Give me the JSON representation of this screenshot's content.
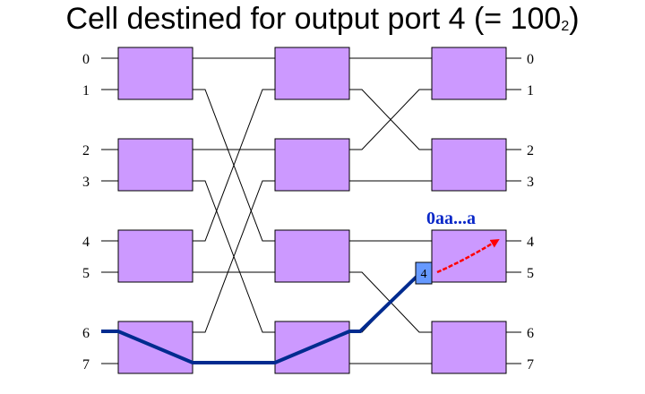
{
  "title": {
    "main": "Cell destined for output port 4 (= 100",
    "subscript": "2",
    "suffix": ")"
  },
  "input_ports": [
    "0",
    "1",
    "2",
    "3",
    "4",
    "5",
    "6",
    "7"
  ],
  "output_ports": [
    "0",
    "1",
    "2",
    "3",
    "4",
    "5",
    "6",
    "7"
  ],
  "routing_tag": "4",
  "header_annotation": "0aa...a",
  "colors": {
    "switch_fill": "#cc99ff",
    "switch_stroke": "#000000",
    "route_path": "#002b8f",
    "annotation_text": "#0a28c8",
    "arrow": "#ff0000",
    "tag_fill": "#6699ff"
  }
}
